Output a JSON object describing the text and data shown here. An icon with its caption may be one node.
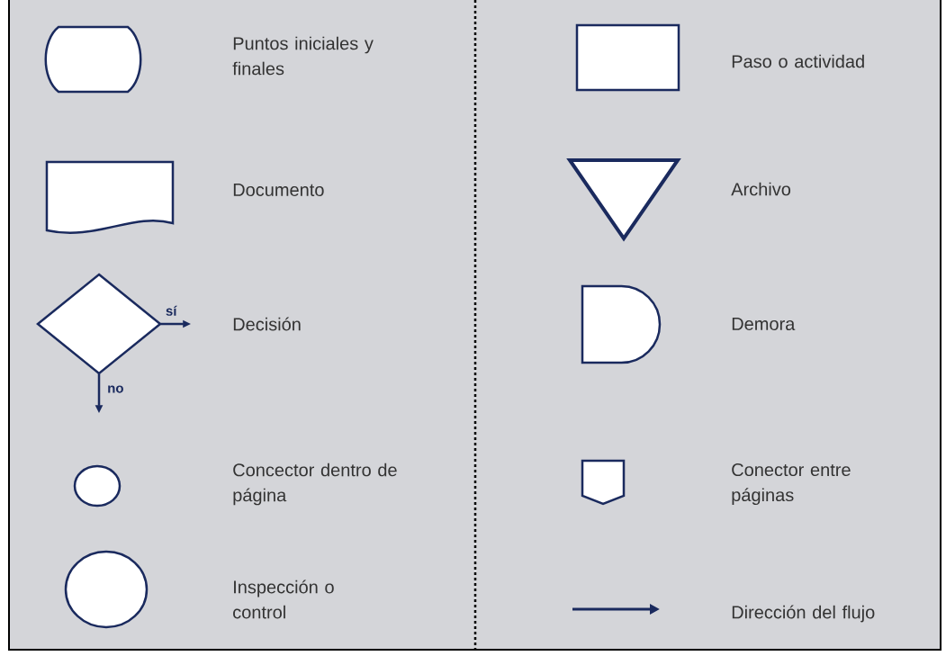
{
  "diagram": {
    "nodes": [
      {
        "text": [],
        "shape": "terminal"
      },
      {
        "text": [],
        "shape": "document"
      },
      {
        "text": [],
        "shape": "diamond"
      },
      {
        "text": [],
        "shape": "circle"
      },
      {
        "text": [],
        "shape": "circle"
      },
      {
        "text": [],
        "shape": "box"
      },
      {
        "text": [],
        "shape": "triangle"
      },
      {
        "text": [],
        "shape": "delay"
      },
      {
        "text": [],
        "shape": "pentagon"
      },
      {
        "text": [],
        "shape": "arrow"
      }
    ],
    "edges": [
      {
        "from": 2,
        "to": null,
        "arrow": "to",
        "label": "sí"
      },
      {
        "from": 2,
        "to": null,
        "arrow": "to",
        "label": "no"
      }
    ],
    "labels": [
      "Puntos iniciales y finales",
      "Paso o actividad",
      "Documento",
      "Archivo",
      "Decisión",
      "Demora",
      "Concector dentro de página",
      "Conector entre páginas",
      "Inspección o control",
      "Dirección del flujo"
    ]
  }
}
